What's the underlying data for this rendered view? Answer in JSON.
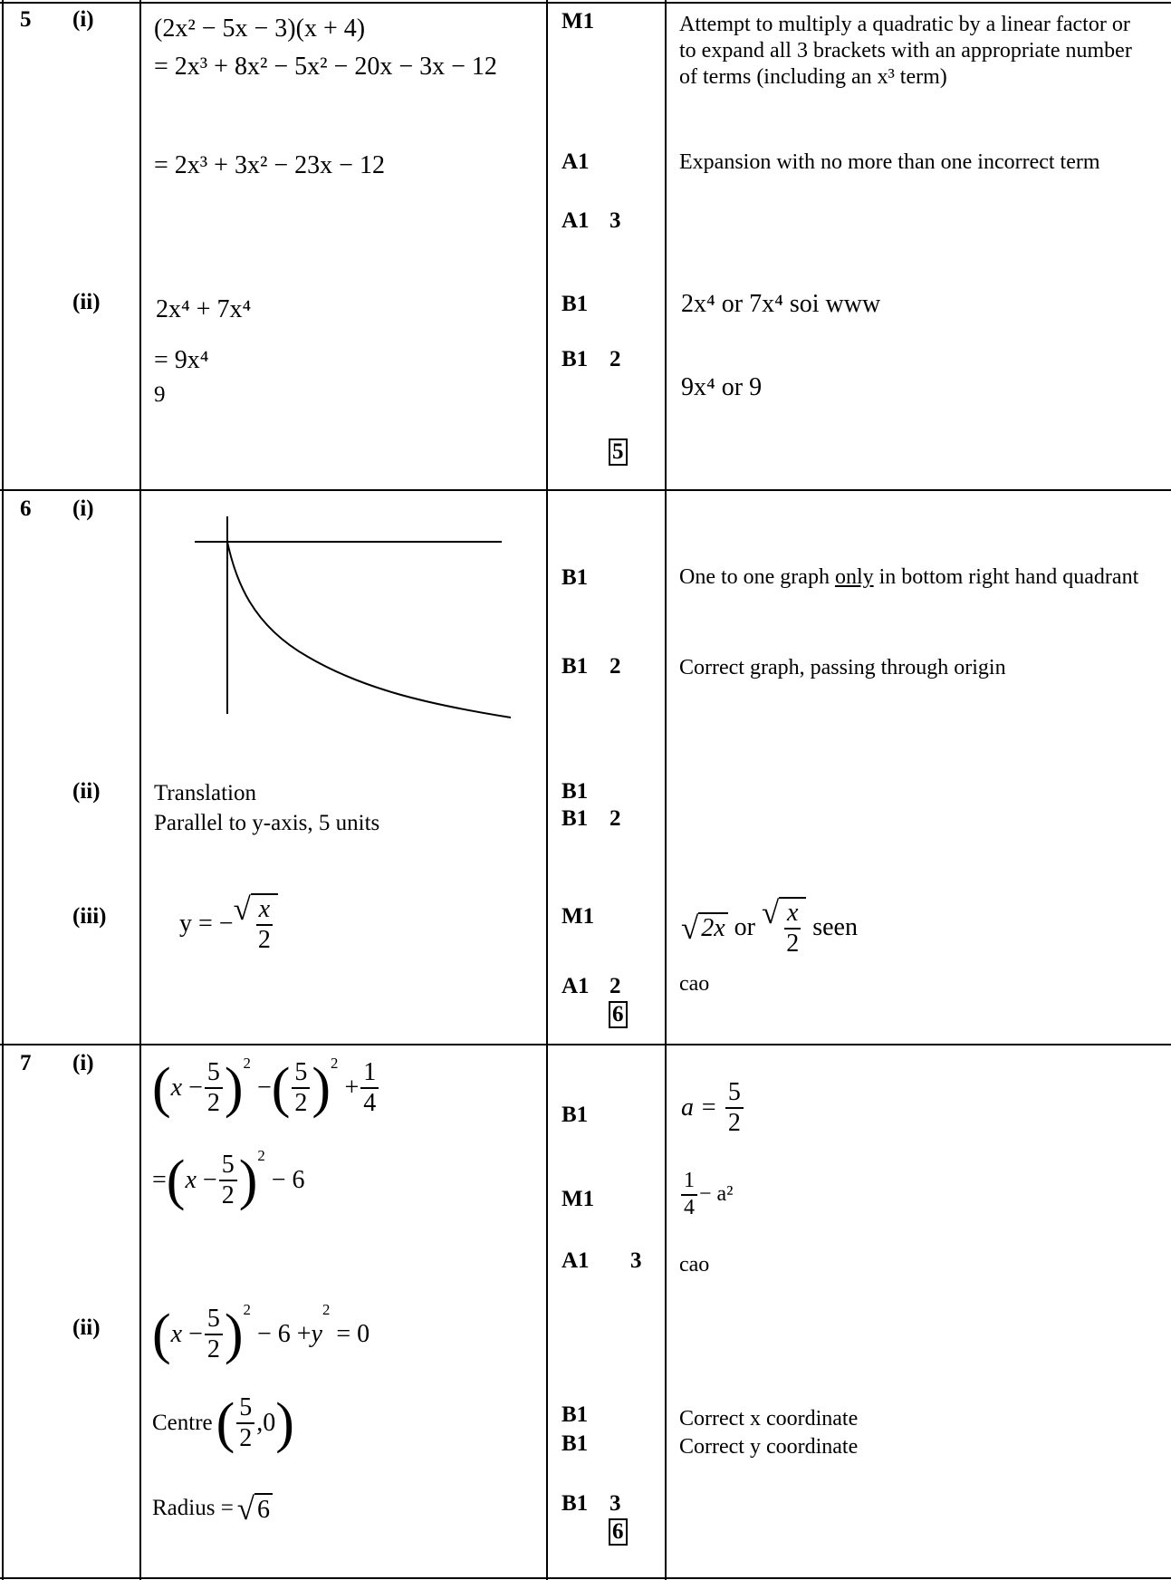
{
  "q5": {
    "number": "5",
    "part_i": "(i)",
    "part_ii": "(ii)",
    "i_line1": "(2x² − 5x − 3)(x + 4)",
    "i_line2": "= 2x³ + 8x² − 5x² − 20x − 3x − 12",
    "i_line3": "= 2x³ + 3x² − 23x − 12",
    "i_mark1": "M1",
    "i_mark2": "A1",
    "i_mark3": "A1",
    "i_mark3_total": "3",
    "i_guide1": "Attempt to multiply a quadratic by a linear factor or  to expand all 3 brackets with an appropriate number of terms (including an x³ term)",
    "i_guide2": "Expansion with no more than one incorrect term",
    "ii_line1": "2x⁴ + 7x⁴",
    "ii_line2": "= 9x⁴",
    "ii_line3": "9",
    "ii_mark1": "B1",
    "ii_mark2": "B1",
    "ii_mark2_total": "2",
    "ii_guide1": "2x⁴  or  7x⁴  soi  www",
    "ii_guide2": "9x⁴  or 9",
    "question_total": "5"
  },
  "q6": {
    "number": "6",
    "part_i": "(i)",
    "part_ii": "(ii)",
    "part_iii": "(iii)",
    "i_mark1": "B1",
    "i_mark2": "B1",
    "i_mark2_total": "2",
    "i_guide1_a": "One to one graph ",
    "i_guide1_b": "only",
    "i_guide1_c": " in bottom right hand quadrant",
    "i_guide2": "Correct graph, passing through origin",
    "ii_line1": "Translation",
    "ii_line2": "Parallel to y-axis, 5 units",
    "ii_mark1": "B1",
    "ii_mark2": "B1",
    "ii_mark2_total": "2",
    "iii_lhs": "y = −",
    "iii_num": "x",
    "iii_den": "2",
    "iii_mark1": "M1",
    "iii_mark2": "A1",
    "iii_mark2_total": "2",
    "iii_guide_sqrt": "2x",
    "iii_guide_or": " or ",
    "iii_guide_seen": " seen",
    "iii_guide2": "cao",
    "question_total": "6"
  },
  "q7": {
    "number": "7",
    "part_i": "(i)",
    "part_ii": "(ii)",
    "i_mark1": "B1",
    "i_mark2": "M1",
    "i_mark3": "A1",
    "i_mark3_total": "3",
    "i_guide1_lhs": "a =",
    "i_guide2_tail": "− a²",
    "i_guide3": "cao",
    "ii_line3_label": "Centre",
    "ii_line4": "Radius =",
    "ii_line4_sqrt": "6",
    "ii_mark1": "B1",
    "ii_mark2": "B1",
    "ii_mark3": "B1",
    "ii_mark3_total": "3",
    "ii_guide1": "Correct x coordinate",
    "ii_guide2": "Correct y coordinate",
    "question_total": "6"
  }
}
